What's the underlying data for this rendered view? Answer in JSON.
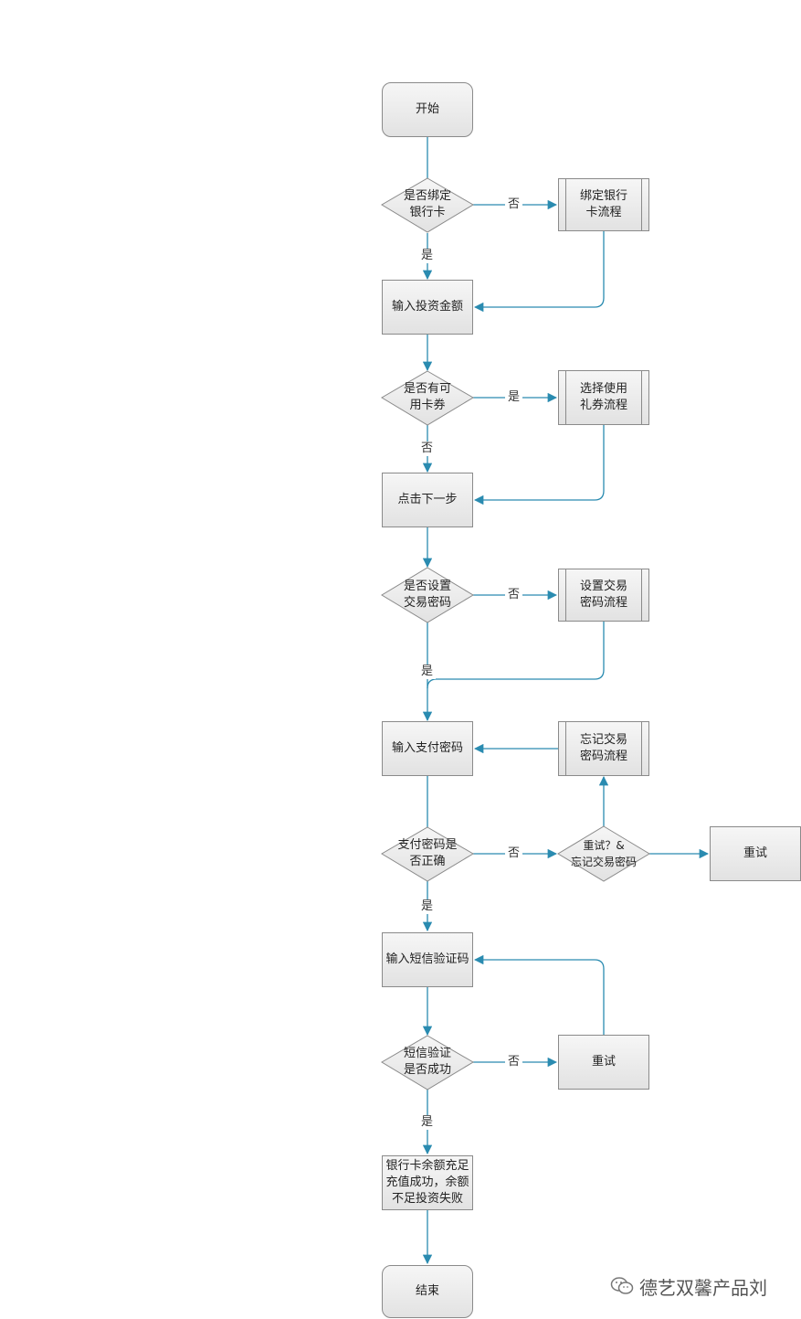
{
  "nodes": {
    "start": "开始",
    "bind_q": "是否绑定\n银行卡",
    "bind_flow": "绑定银行\n卡流程",
    "input_amount": "输入投资金额",
    "coupon_q": "是否有可\n用卡券",
    "coupon_flow": "选择使用\n礼券流程",
    "next_step": "点击下一步",
    "pwd_set_q": "是否设置\n交易密码",
    "pwd_set_flow": "设置交易\n密码流程",
    "input_pwd": "输入支付密码",
    "forgot_flow": "忘记交易\n密码流程",
    "pwd_ok_q": "支付密码是\n否正确",
    "retry_forgot_q": "重试？&\n忘记交易密码",
    "retry1": "重试",
    "input_sms": "输入短信验证码",
    "sms_q": "短信验证\n是否成功",
    "retry2": "重试",
    "result": "银行卡余额充足\n充值成功，余额\n不足投资失败",
    "end": "结束"
  },
  "edge_labels": {
    "bind_no": "否",
    "bind_yes": "是",
    "coupon_yes": "是",
    "coupon_no": "否",
    "pwd_set_no": "否",
    "pwd_set_yes": "是",
    "pwd_ok_no": "否",
    "pwd_ok_yes": "是",
    "sms_no": "否",
    "sms_yes": "是"
  },
  "watermark": "德艺双馨产品刘",
  "colors": {
    "connector": "#2a8bb0",
    "node_border": "#8a8a8a",
    "node_fill_top": "#f6f6f6",
    "node_fill_bottom": "#e2e2e2"
  }
}
